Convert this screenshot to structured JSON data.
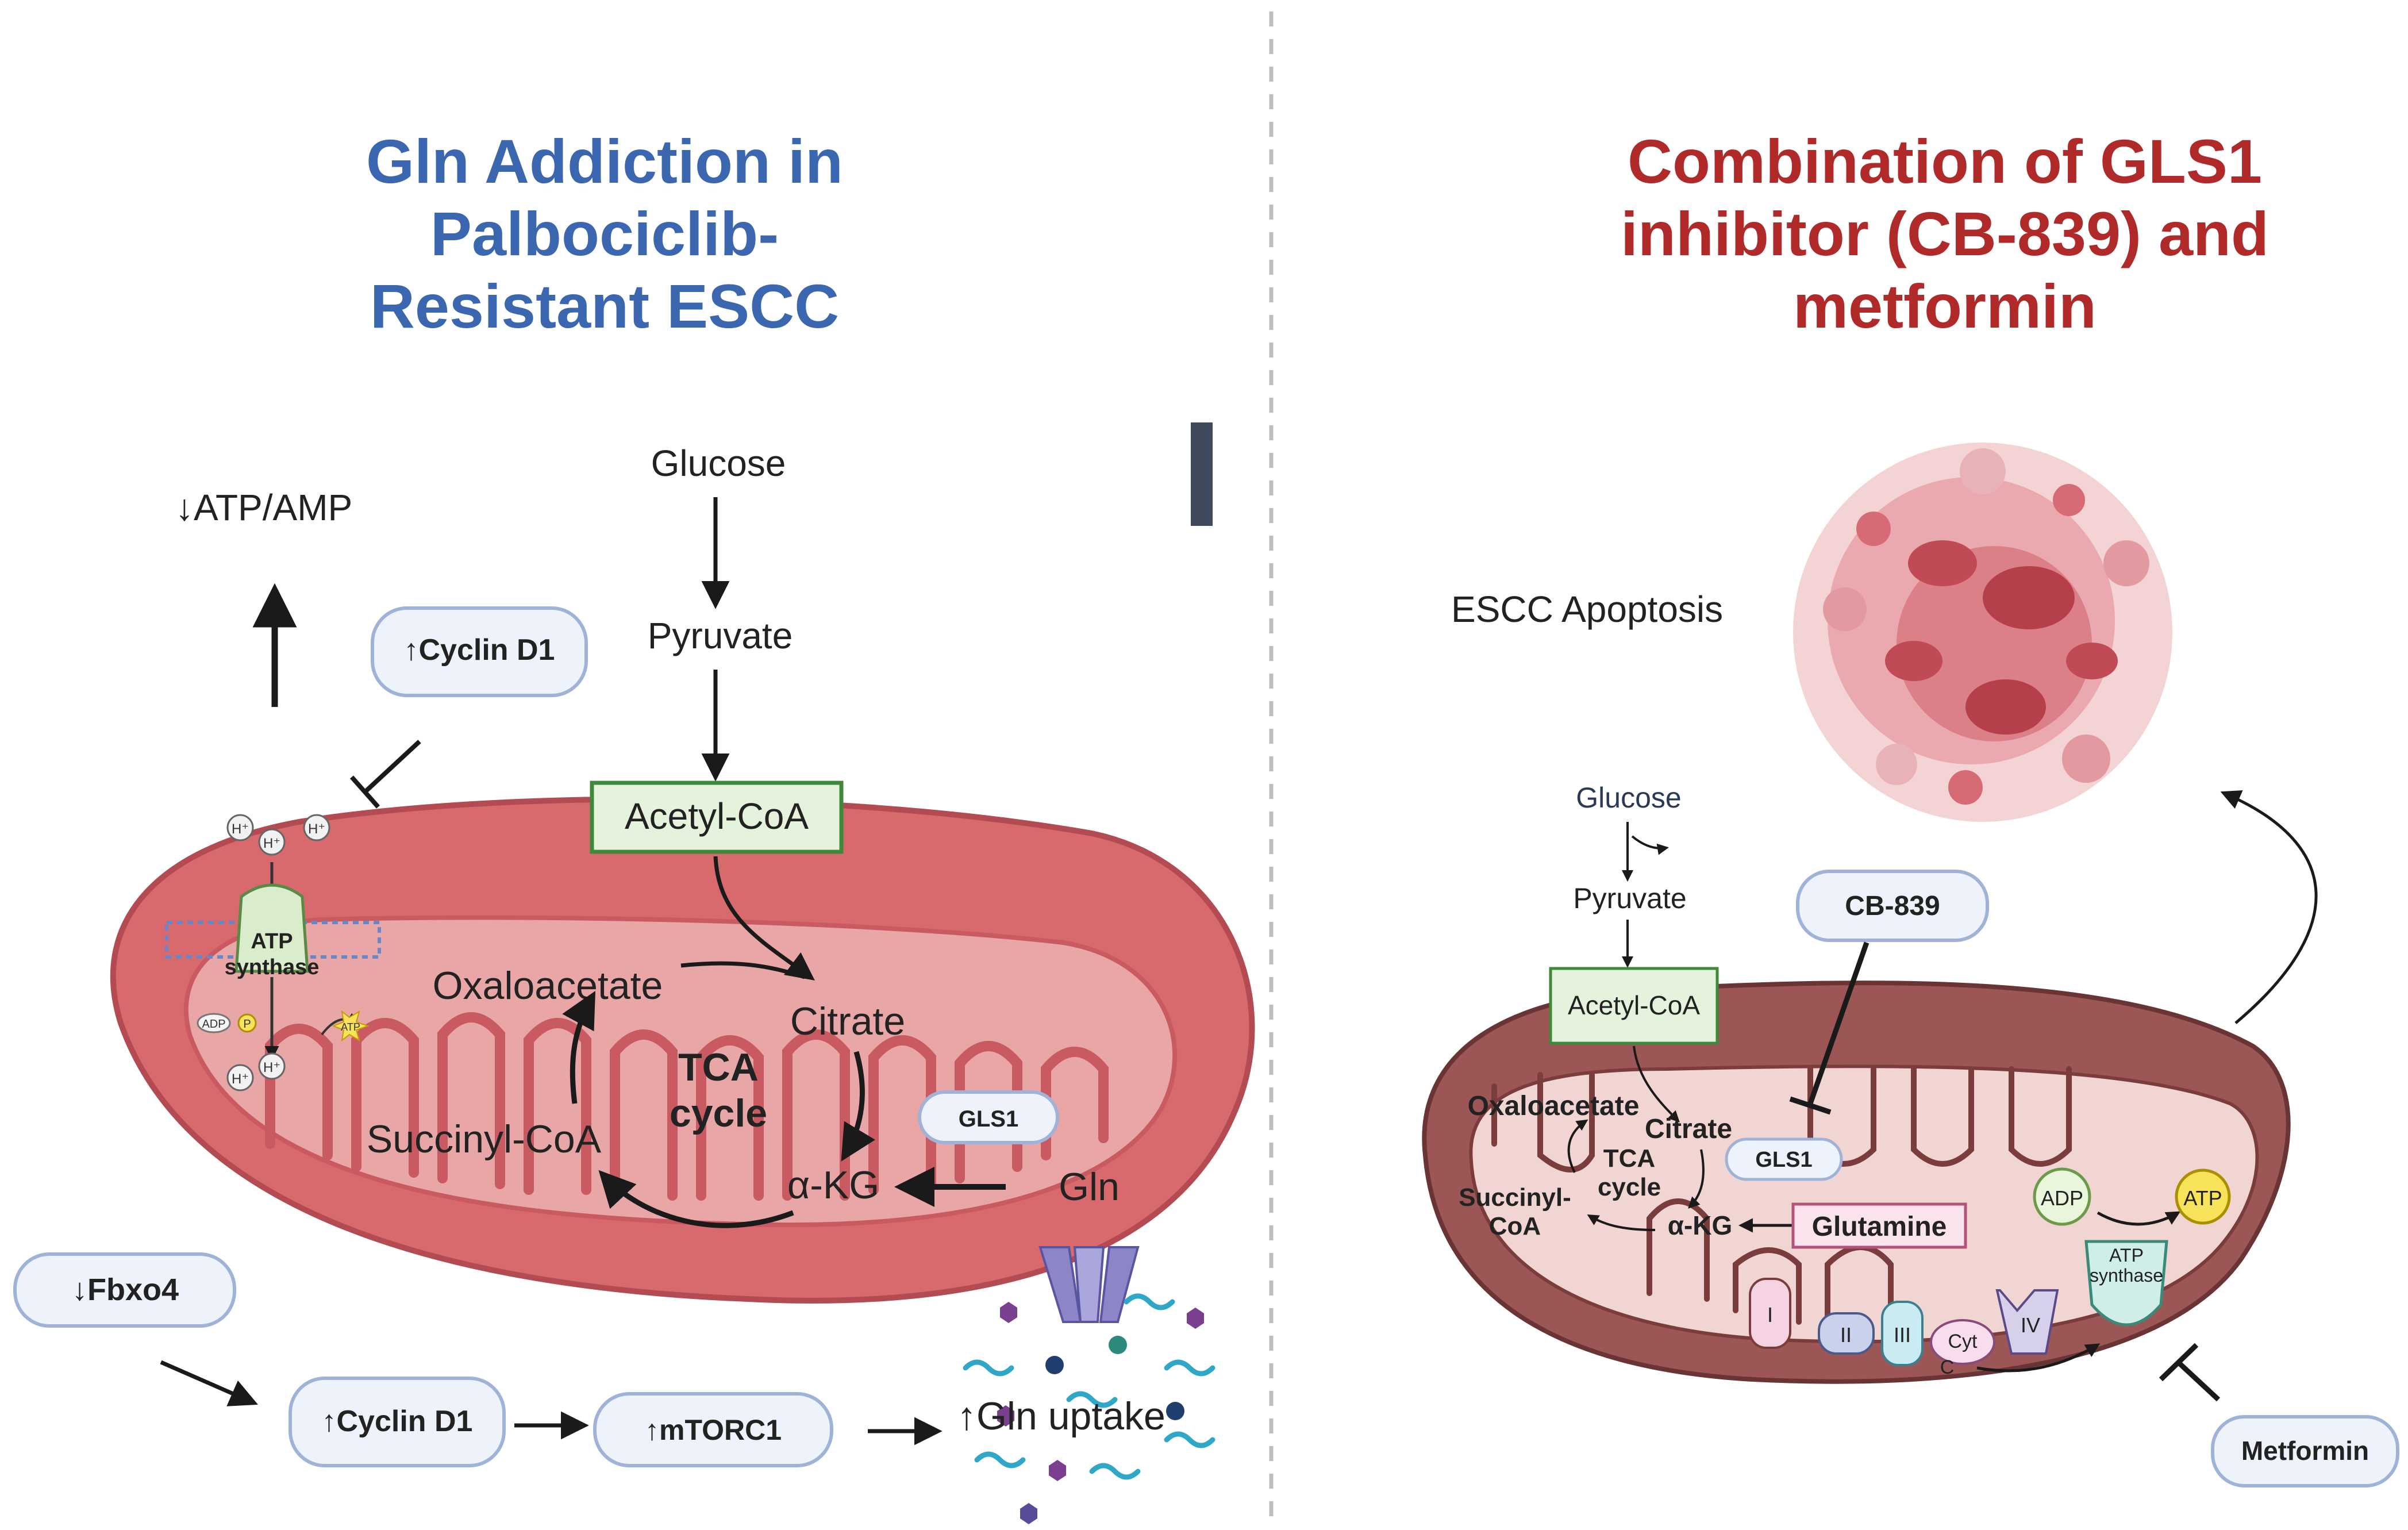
{
  "colors": {
    "left_title": "#3a67b0",
    "right_title": "#b02a2a",
    "mito_outer": "#d86a6e",
    "mito_inner": "#e9a6a6",
    "mito_right_outer": "#9c5656",
    "mito_right_inner": "#f1d5d3",
    "acetyl_box": "#e6f3dc",
    "acetyl_border": "#3f8a3a",
    "pill_fill": "#eef2fb",
    "pill_border": "#9fb3d9",
    "glutamine_box": "#fbe3ee",
    "glutamine_border": "#b4527d",
    "apoptosis": "#c95560",
    "divider": "#bdbdbd"
  },
  "left": {
    "title_lines": [
      "Gln Addiction in",
      "Palbociclib-",
      "Resistant ESCC"
    ],
    "glucose": "Glucose",
    "pyruvate": "Pyruvate",
    "acetyl_coa": "Acetyl-CoA",
    "atp_amp": "↓ATP/AMP",
    "cyclin_top": "↑Cyclin D1",
    "atp_synthase": [
      "ATP",
      "synthase"
    ],
    "h_plus": "H⁺",
    "adp_small": "ADP",
    "p_small": "P",
    "atp_small": "ATP",
    "oxaloacetate": "Oxaloacetate",
    "citrate": "Citrate",
    "tca": [
      "TCA",
      "cycle"
    ],
    "succinyl": "Succinyl-CoA",
    "akg": "α-KG",
    "gls1": "GLS1",
    "gln": "Gln",
    "fbxo4": "↓Fbxo4",
    "cyclin_bottom": "↑Cyclin D1",
    "mtorc1": "↑mTORC1",
    "gln_uptake": "↑Gln uptake"
  },
  "right": {
    "title_lines": [
      "Combination of GLS1",
      "inhibitor (CB-839) and",
      "metformin"
    ],
    "apoptosis": "ESCC Apoptosis",
    "glucose": "Glucose",
    "pyruvate": "Pyruvate",
    "acetyl_coa": "Acetyl-CoA",
    "cb839": "CB-839",
    "oxaloacetate": "Oxaloacetate",
    "citrate": "Citrate",
    "tca": [
      "TCA",
      "cycle"
    ],
    "succinyl": [
      "Succinyl-",
      "CoA"
    ],
    "akg": "α-KG",
    "gls1": "GLS1",
    "glutamine": "Glutamine",
    "adp": "ADP",
    "atp": "ATP",
    "atp_synthase": [
      "ATP",
      "synthase"
    ],
    "complexes": [
      "I",
      "II",
      "III",
      "IV"
    ],
    "cyt": [
      "Cyt",
      "C"
    ],
    "metformin": "Metformin"
  }
}
